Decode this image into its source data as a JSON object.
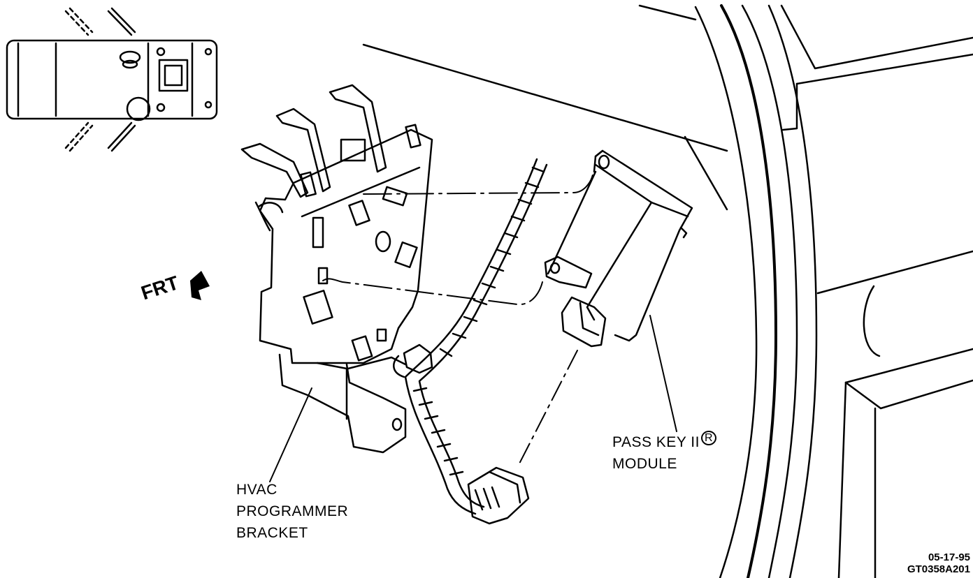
{
  "labels": {
    "hvac_line1": "HVAC",
    "hvac_line2": "PROGRAMMER",
    "hvac_line3": "BRACKET",
    "passkey_line1": "PASS KEY II",
    "passkey_reg": "R",
    "passkey_line2": "MODULE",
    "frt": "FRT"
  },
  "stamp": {
    "date": "05-17-95",
    "code": "GT0358A201"
  },
  "icons": {
    "vehicle_locator": "vehicle-top-view-icon",
    "front_arrow": "front-direction-arrow-icon"
  },
  "colors": {
    "ink": "#000000",
    "paper": "#ffffff"
  }
}
